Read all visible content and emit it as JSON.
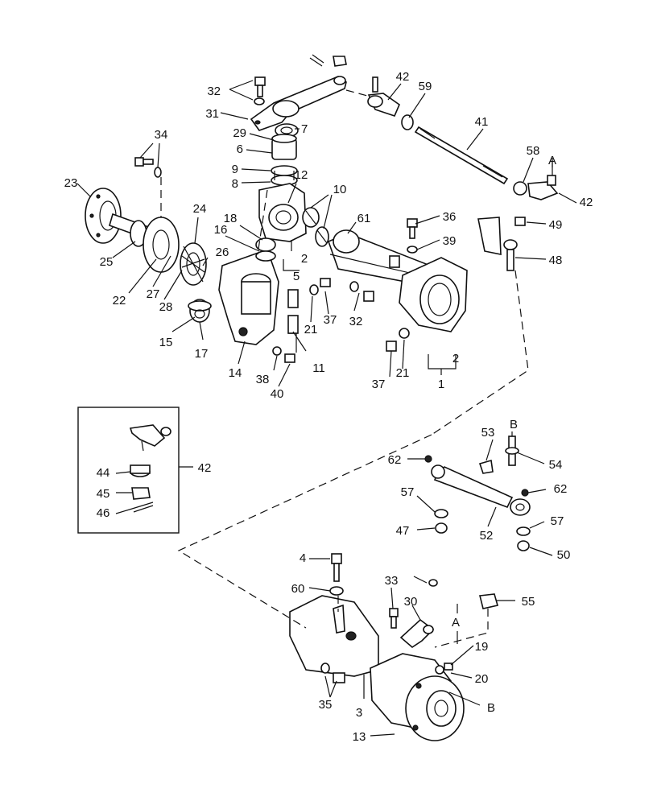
{
  "callouts": [
    {
      "key": "32a",
      "text": "32"
    },
    {
      "key": "31",
      "text": "31"
    },
    {
      "key": "29",
      "text": "29"
    },
    {
      "key": "7",
      "text": "7"
    },
    {
      "key": "6",
      "text": "6"
    },
    {
      "key": "9",
      "text": "9"
    },
    {
      "key": "8",
      "text": "8"
    },
    {
      "key": "34",
      "text": "34"
    },
    {
      "key": "23",
      "text": "23"
    },
    {
      "key": "12",
      "text": "12"
    },
    {
      "key": "10",
      "text": "10"
    },
    {
      "key": "61",
      "text": "61"
    },
    {
      "key": "24",
      "text": "24"
    },
    {
      "key": "18",
      "text": "18"
    },
    {
      "key": "16",
      "text": "16"
    },
    {
      "key": "26",
      "text": "26"
    },
    {
      "key": "25",
      "text": "25"
    },
    {
      "key": "22",
      "text": "22"
    },
    {
      "key": "27",
      "text": "27"
    },
    {
      "key": "28",
      "text": "28"
    },
    {
      "key": "2a",
      "text": "2"
    },
    {
      "key": "5",
      "text": "5"
    },
    {
      "key": "15",
      "text": "15"
    },
    {
      "key": "17",
      "text": "17"
    },
    {
      "key": "21a",
      "text": "21"
    },
    {
      "key": "37a",
      "text": "37"
    },
    {
      "key": "32b",
      "text": "32"
    },
    {
      "key": "14",
      "text": "14"
    },
    {
      "key": "38",
      "text": "38"
    },
    {
      "key": "40",
      "text": "40"
    },
    {
      "key": "11",
      "text": "11"
    },
    {
      "key": "36",
      "text": "36"
    },
    {
      "key": "39",
      "text": "39"
    },
    {
      "key": "49",
      "text": "49"
    },
    {
      "key": "48",
      "text": "48"
    },
    {
      "key": "42a",
      "text": "42"
    },
    {
      "key": "59",
      "text": "59"
    },
    {
      "key": "41",
      "text": "41"
    },
    {
      "key": "58",
      "text": "58"
    },
    {
      "key": "A1",
      "text": "A"
    },
    {
      "key": "42b",
      "text": "42"
    },
    {
      "key": "37b",
      "text": "37"
    },
    {
      "key": "21b",
      "text": "21"
    },
    {
      "key": "2b",
      "text": "2"
    },
    {
      "key": "1",
      "text": "1"
    },
    {
      "key": "42c",
      "text": "42"
    },
    {
      "key": "44",
      "text": "44"
    },
    {
      "key": "45",
      "text": "45"
    },
    {
      "key": "46",
      "text": "46"
    },
    {
      "key": "53",
      "text": "53"
    },
    {
      "key": "B1",
      "text": "B"
    },
    {
      "key": "62a",
      "text": "62"
    },
    {
      "key": "54",
      "text": "54"
    },
    {
      "key": "62b",
      "text": "62"
    },
    {
      "key": "57a",
      "text": "57"
    },
    {
      "key": "47",
      "text": "47"
    },
    {
      "key": "52",
      "text": "52"
    },
    {
      "key": "57b",
      "text": "57"
    },
    {
      "key": "50",
      "text": "50"
    },
    {
      "key": "4",
      "text": "4"
    },
    {
      "key": "60",
      "text": "60"
    },
    {
      "key": "33",
      "text": "33"
    },
    {
      "key": "30",
      "text": "30"
    },
    {
      "key": "A2",
      "text": "A"
    },
    {
      "key": "55",
      "text": "55"
    },
    {
      "key": "19",
      "text": "19"
    },
    {
      "key": "20",
      "text": "20"
    },
    {
      "key": "35",
      "text": "35"
    },
    {
      "key": "3",
      "text": "3"
    },
    {
      "key": "B2",
      "text": "B"
    },
    {
      "key": "13",
      "text": "13"
    }
  ]
}
